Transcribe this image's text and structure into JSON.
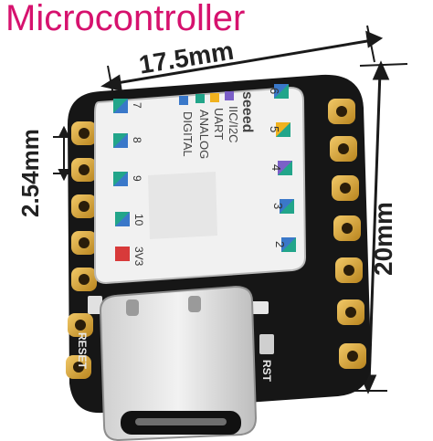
{
  "title": "Microcontroller",
  "dimensions": {
    "width": "17.5mm",
    "height": "20mm",
    "pitch": "2.54mm"
  },
  "board": {
    "brand": "seeed",
    "legend": [
      "IIC/I2C",
      "UART",
      "ANALOG",
      "DIGITAL"
    ],
    "left_pins": [
      "7",
      "8",
      "9",
      "10",
      "3V3"
    ],
    "right_pins": [
      "6",
      "5",
      "4",
      "3",
      "2"
    ],
    "bottom_labels": [
      "RESET",
      "RST"
    ]
  },
  "colors": {
    "title": "#d6126e",
    "pcb": "#161616",
    "gold": "#d4a23c",
    "shield": "#f1f1f1",
    "i2c": "#7b5fc8",
    "uart": "#f0b21f",
    "analog": "#22a58a",
    "digital": "#3a78c9",
    "power": "#d83a3a"
  }
}
